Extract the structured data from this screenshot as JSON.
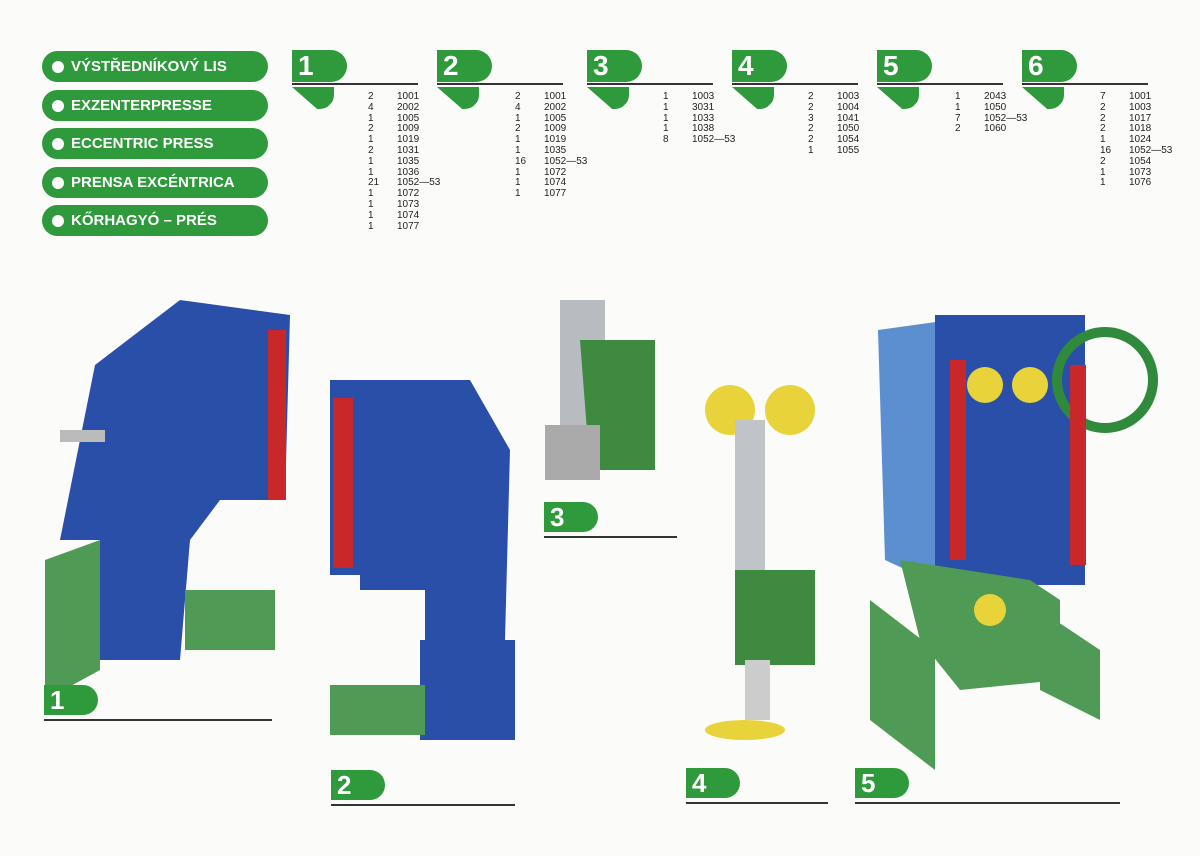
{
  "titles": [
    "VÝSTŘEDNÍKOVÝ LIS",
    "EXZENTERPRESSE",
    "ECCENTRIC PRESS",
    "PRENSA EXCÉNTRICA",
    "KŐRHAGYÓ – PRÉS"
  ],
  "steps": [
    {
      "number": "1",
      "parts": [
        [
          "2",
          "1001"
        ],
        [
          "4",
          "2002"
        ],
        [
          "1",
          "1005"
        ],
        [
          "2",
          "1009"
        ],
        [
          "1",
          "1019"
        ],
        [
          "2",
          "1031"
        ],
        [
          "1",
          "1035"
        ],
        [
          "1",
          "1036"
        ],
        [
          "21",
          "1052—53"
        ],
        [
          "1",
          "1072"
        ],
        [
          "1",
          "1073"
        ],
        [
          "1",
          "1074"
        ],
        [
          "1",
          "1077"
        ]
      ]
    },
    {
      "number": "2",
      "parts": [
        [
          "2",
          "1001"
        ],
        [
          "4",
          "2002"
        ],
        [
          "1",
          "1005"
        ],
        [
          "2",
          "1009"
        ],
        [
          "1",
          "1019"
        ],
        [
          "1",
          "1035"
        ],
        [
          "16",
          "1052—53"
        ],
        [
          "1",
          "1072"
        ],
        [
          "1",
          "1074"
        ],
        [
          "1",
          "1077"
        ]
      ]
    },
    {
      "number": "3",
      "parts": [
        [
          "1",
          "1003"
        ],
        [
          "1",
          "3031"
        ],
        [
          "1",
          "1033"
        ],
        [
          "1",
          "1038"
        ],
        [
          "8",
          "1052—53"
        ]
      ]
    },
    {
      "number": "4",
      "parts": [
        [
          "2",
          "1003"
        ],
        [
          "2",
          "1004"
        ],
        [
          "3",
          "1041"
        ],
        [
          "2",
          "1050"
        ],
        [
          "2",
          "1054"
        ],
        [
          "1",
          "1055"
        ]
      ]
    },
    {
      "number": "5",
      "parts": [
        [
          "1",
          "2043"
        ],
        [
          "1",
          "1050"
        ],
        [
          "7",
          "1052—53"
        ],
        [
          "2",
          "1060"
        ]
      ]
    },
    {
      "number": "6",
      "parts": [
        [
          "7",
          "1001"
        ],
        [
          "2",
          "1003"
        ],
        [
          "2",
          "1017"
        ],
        [
          "2",
          "1018"
        ],
        [
          "1",
          "1024"
        ],
        [
          "16",
          "1052—53"
        ],
        [
          "2",
          "1054"
        ],
        [
          "1",
          "1073"
        ],
        [
          "1",
          "1076"
        ]
      ]
    }
  ],
  "figure_labels": [
    "1",
    "2",
    "3",
    "4",
    "5"
  ],
  "colors": {
    "green": "#2f9a3c",
    "blue": "#2a4fa8",
    "red": "#c8282a",
    "yellow": "#e8d43a",
    "plate_green": "#4f9a55"
  }
}
